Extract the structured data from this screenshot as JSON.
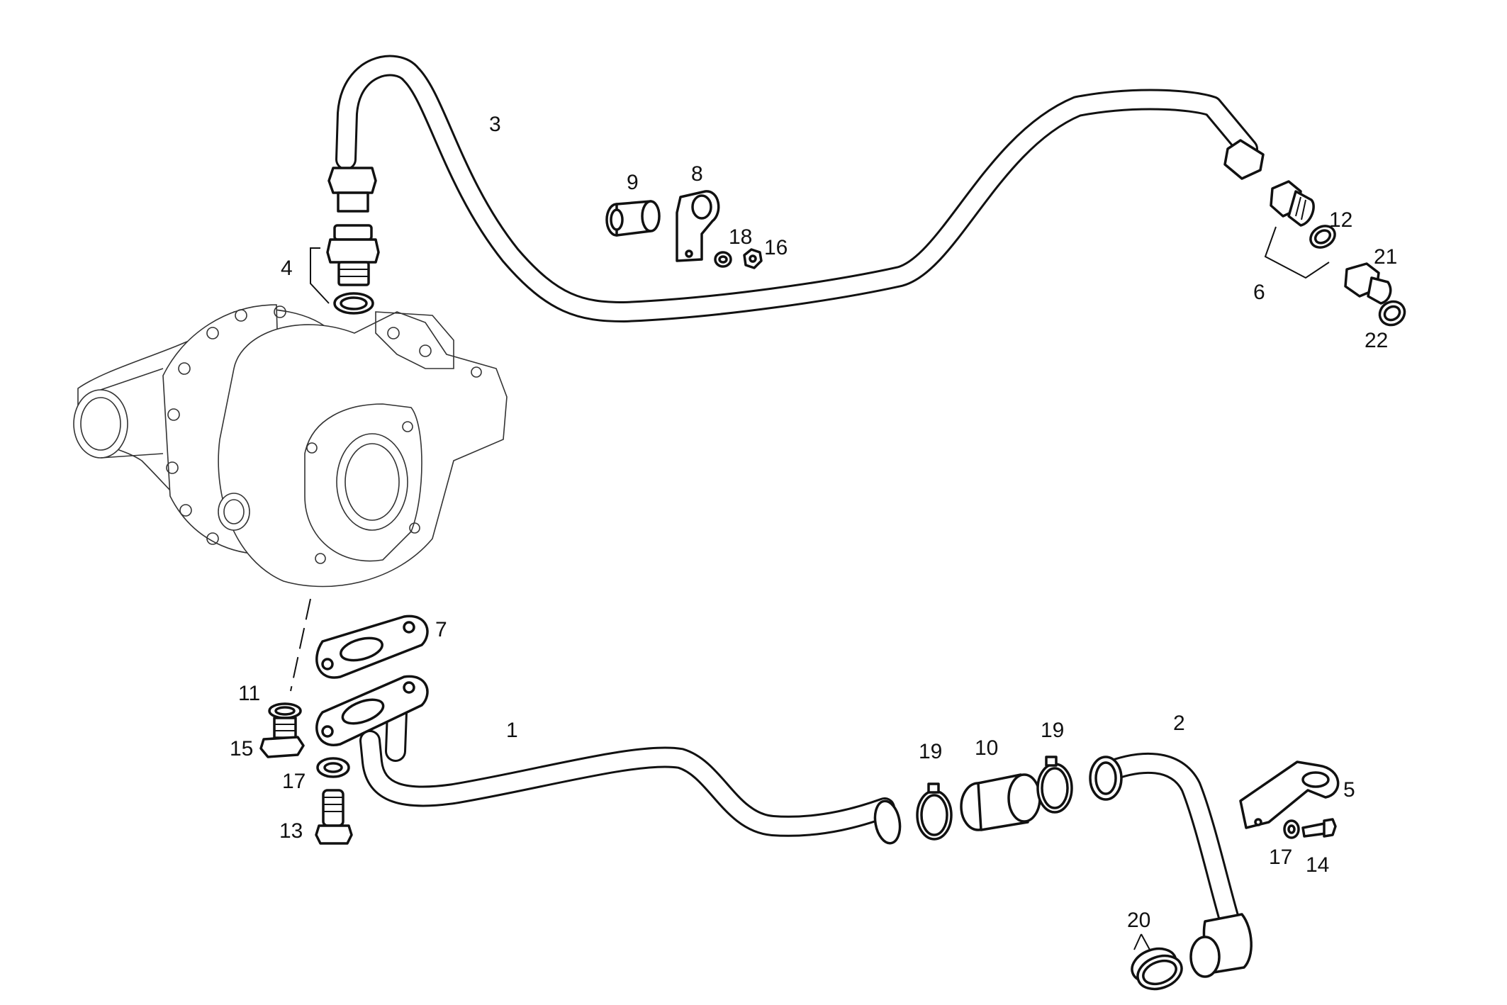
{
  "callouts": [
    {
      "id": "1",
      "text": "1"
    },
    {
      "id": "2",
      "text": "2"
    },
    {
      "id": "3",
      "text": "3"
    },
    {
      "id": "4",
      "text": "4"
    },
    {
      "id": "5",
      "text": "5"
    },
    {
      "id": "6",
      "text": "6"
    },
    {
      "id": "7",
      "text": "7"
    },
    {
      "id": "8",
      "text": "8"
    },
    {
      "id": "9",
      "text": "9"
    },
    {
      "id": "10",
      "text": "10"
    },
    {
      "id": "11",
      "text": "11"
    },
    {
      "id": "12",
      "text": "12"
    },
    {
      "id": "13",
      "text": "13"
    },
    {
      "id": "14",
      "text": "14"
    },
    {
      "id": "15",
      "text": "15"
    },
    {
      "id": "16",
      "text": "16"
    },
    {
      "id": "17a",
      "text": "17"
    },
    {
      "id": "17b",
      "text": "17"
    },
    {
      "id": "18",
      "text": "18"
    },
    {
      "id": "19a",
      "text": "19"
    },
    {
      "id": "19b",
      "text": "19"
    },
    {
      "id": "20",
      "text": "20"
    },
    {
      "id": "21",
      "text": "21"
    },
    {
      "id": "22",
      "text": "22"
    }
  ]
}
